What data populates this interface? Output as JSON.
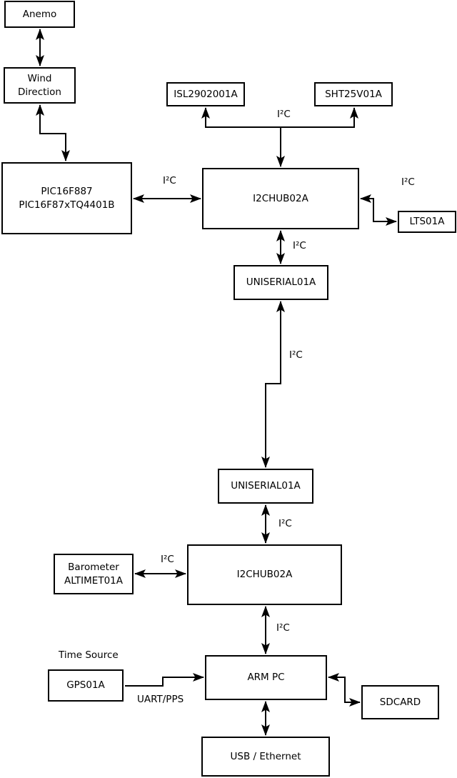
{
  "diagram": {
    "type": "block-diagram",
    "colors": {
      "background": "#ffffff",
      "line": "#000000",
      "text": "#000000"
    },
    "nodes": {
      "anemo": {
        "label": "Anemo"
      },
      "wind_direction": {
        "label": "Wind\nDirection"
      },
      "pic": {
        "label": "PIC16F887\nPIC16F87xTQ4401B"
      },
      "isl": {
        "label": "ISL2902001A"
      },
      "sht": {
        "label": "SHT25V01A"
      },
      "hub1": {
        "label": "I2CHUB02A"
      },
      "lts": {
        "label": "LTS01A"
      },
      "uniserial1": {
        "label": "UNISERIAL01A"
      },
      "uniserial2": {
        "label": "UNISERIAL01A"
      },
      "barometer": {
        "label": "Barometer\nALTIMET01A"
      },
      "hub2": {
        "label": "I2CHUB02A"
      },
      "gps": {
        "label": "GPS01A"
      },
      "arm_pc": {
        "label": "ARM PC"
      },
      "sdcard": {
        "label": "SDCARD"
      },
      "usb_ethernet": {
        "label": "USB / Ethernet"
      }
    },
    "edge_labels": {
      "i2c_pic_hub1": "I²C",
      "i2c_sensors_hub1": "I²C",
      "i2c_hub1_lts": "I²C",
      "i2c_hub1_serial": "I²C",
      "i2c_serial_link": "I²C",
      "i2c_serial_hub2": "I²C",
      "i2c_baro_hub2": "I²C",
      "i2c_hub2_arm": "I²C",
      "time_source": "Time Source",
      "uart_pps": "UART/PPS"
    },
    "connections": [
      {
        "from": "anemo",
        "to": "wind_direction",
        "bidirectional": true,
        "label": ""
      },
      {
        "from": "wind_direction",
        "to": "pic",
        "bidirectional": true,
        "label": ""
      },
      {
        "from": "pic",
        "to": "hub1",
        "bidirectional": true,
        "label": "I²C"
      },
      {
        "from": "hub1",
        "to": "isl",
        "bidirectional": false,
        "label": "I²C"
      },
      {
        "from": "hub1",
        "to": "sht",
        "bidirectional": false,
        "label": "I²C"
      },
      {
        "from": "hub1",
        "to": "lts",
        "bidirectional": true,
        "label": "I²C"
      },
      {
        "from": "hub1",
        "to": "uniserial1",
        "bidirectional": true,
        "label": "I²C"
      },
      {
        "from": "uniserial1",
        "to": "uniserial2",
        "bidirectional": true,
        "label": "I²C"
      },
      {
        "from": "uniserial2",
        "to": "hub2",
        "bidirectional": true,
        "label": "I²C"
      },
      {
        "from": "barometer",
        "to": "hub2",
        "bidirectional": true,
        "label": "I²C"
      },
      {
        "from": "hub2",
        "to": "arm_pc",
        "bidirectional": true,
        "label": "I²C"
      },
      {
        "from": "gps",
        "to": "arm_pc",
        "bidirectional": false,
        "label": "UART/PPS"
      },
      {
        "from": "arm_pc",
        "to": "sdcard",
        "bidirectional": true,
        "label": ""
      },
      {
        "from": "arm_pc",
        "to": "usb_ethernet",
        "bidirectional": true,
        "label": ""
      }
    ]
  }
}
